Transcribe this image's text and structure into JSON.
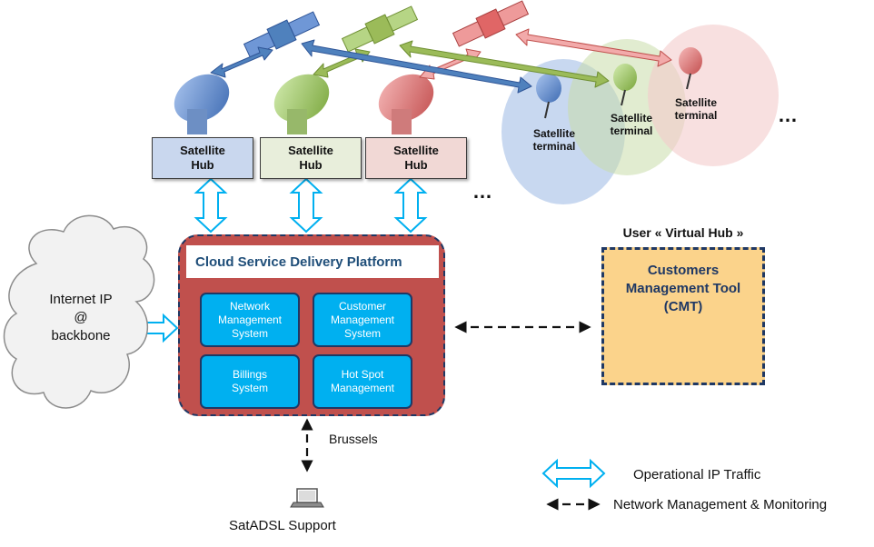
{
  "satellite_hubs": [
    {
      "label": "Satellite\nHub",
      "color": "#c9d7ee"
    },
    {
      "label": "Satellite\nHub",
      "color": "#e8eedb"
    },
    {
      "label": "Satellite\nHub",
      "color": "#f1d8d5"
    }
  ],
  "satellite_terminals": [
    {
      "label": "Satellite\nterminal",
      "color": "#5b8ed6"
    },
    {
      "label": "Satellite\nterminal",
      "color": "#9cc96b"
    },
    {
      "label": "Satellite\nterminal",
      "color": "#e07a7a"
    }
  ],
  "ellipsis_hubs": "…",
  "ellipsis_terminals": "…",
  "cloud": {
    "text": "Internet IP\n@\nbackbone"
  },
  "platform": {
    "title": "Cloud Service Delivery Platform",
    "modules": [
      {
        "label": "Network\nManagement\nSystem"
      },
      {
        "label": "Customer\nManagement\nSystem"
      },
      {
        "label": "Billings\nSystem"
      },
      {
        "label": "Hot Spot\nManagement"
      }
    ],
    "fill": "#c0504d",
    "module_fill": "#00b0f0"
  },
  "virtual_hub": {
    "title": "User « Virtual Hub »",
    "tool": "Customers\nManagement Tool\n(CMT)",
    "fill": "#fbd38b"
  },
  "location": "Brussels",
  "support": "SatADSL Support",
  "legend": [
    {
      "label": "Operational IP Traffic",
      "style": "double-arrow-outline"
    },
    {
      "label": "Network Management & Monitoring",
      "style": "dashed-arrow"
    }
  ],
  "colors": {
    "blue": "#4f81bd",
    "green": "#9bbb59",
    "red": "#e06666",
    "traffic_arrow": "#00b0f0",
    "dark": "#1f3864"
  }
}
